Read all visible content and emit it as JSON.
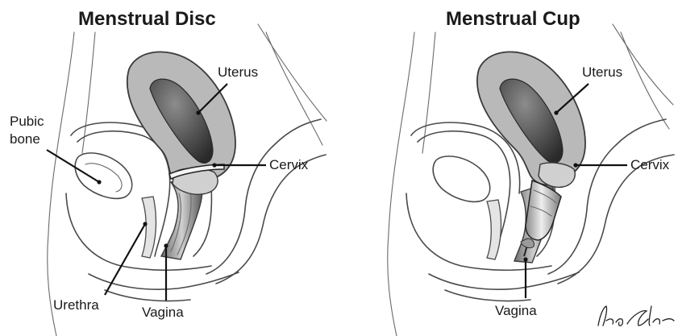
{
  "panels": [
    {
      "title": "Menstrual Disc",
      "labels": {
        "uterus": "Uterus",
        "pubic_bone_line1": "Pubic",
        "pubic_bone_line2": "bone",
        "cervix": "Cervix",
        "urethra": "Urethra",
        "vagina": "Vagina"
      }
    },
    {
      "title": "Menstrual Cup",
      "labels": {
        "uterus": "Uterus",
        "cervix": "Cervix",
        "vagina": "Vagina"
      }
    }
  ],
  "signature": "Lisa Clark",
  "colors": {
    "uterus_fill": "#b9b9b9",
    "uterus_cavity": "#3c3c3c",
    "tissue": "#d6d6d6",
    "line": "#4a4a4a"
  }
}
